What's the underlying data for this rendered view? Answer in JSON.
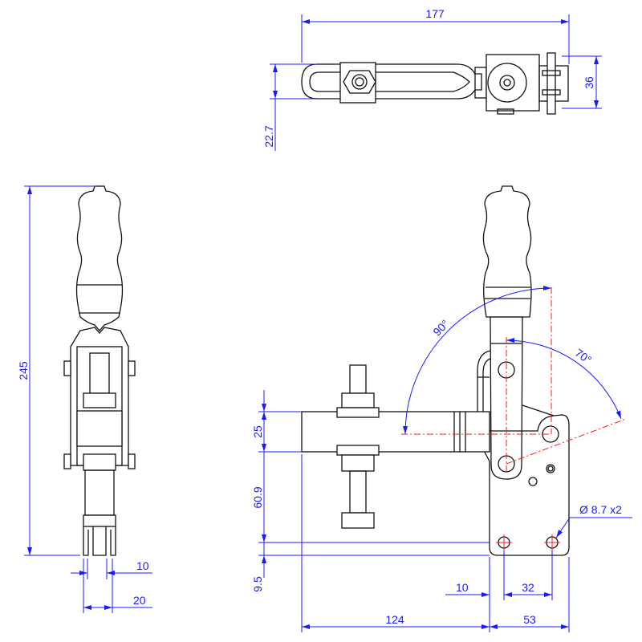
{
  "colors": {
    "outline": "#111111",
    "dimension": "#1a1aff",
    "centerline": "#ff1a1a"
  },
  "top_view": {
    "width_label": "177",
    "height_label": "36",
    "offset_label": "22.7"
  },
  "side_view": {
    "height_label": "245",
    "jaw_width_label": "10",
    "overall_width_label": "20"
  },
  "front_view": {
    "arm_height_label": "25",
    "arm_to_hole_label": "60.9",
    "hole_to_base_label": "9.5",
    "hole_edge_label": "10",
    "hole_spacing_label": "32",
    "reach_label": "124",
    "base_width_label": "53",
    "hole_callout": "Ø 8.7 x2",
    "handle_angle_label": "90°",
    "arm_angle_label": "70°"
  }
}
